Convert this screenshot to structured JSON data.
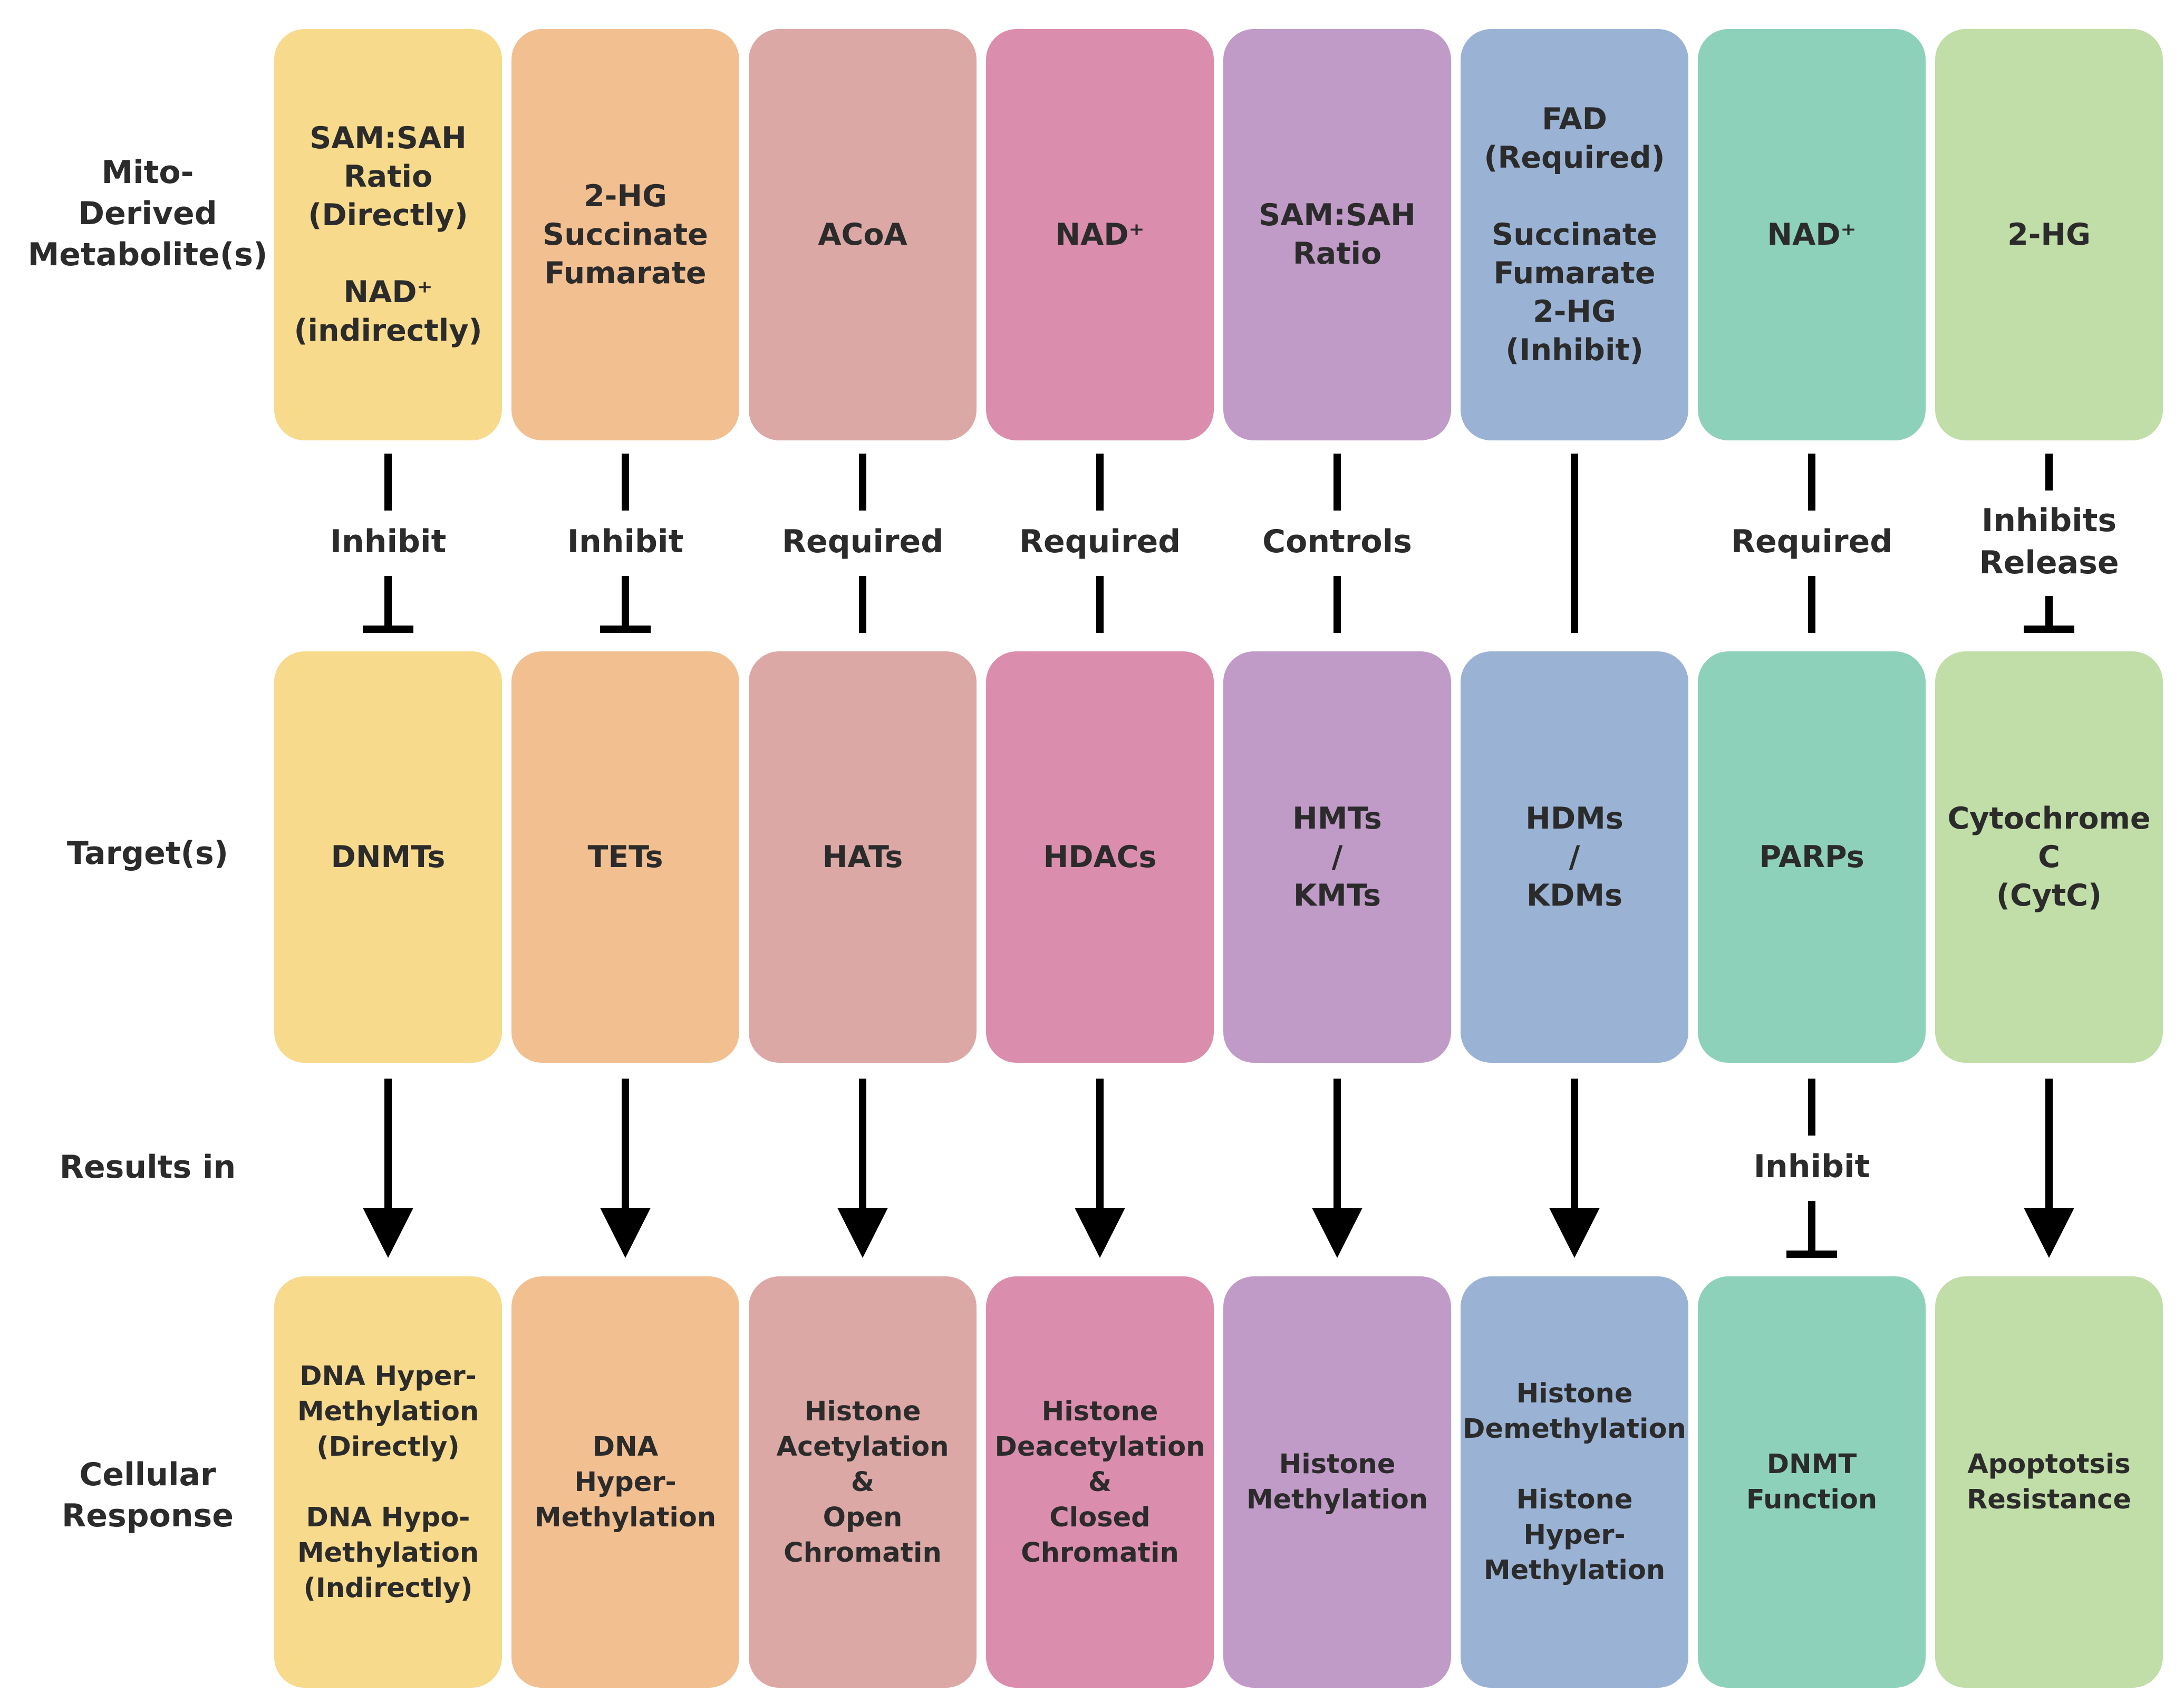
{
  "row_labels": {
    "metabolites": "Mito-\nDerived\nMetabolite(s)",
    "targets": "Target(s)",
    "results": "Results in",
    "response": "Cellular\nResponse"
  },
  "columns": [
    {
      "color": "#f7da8c",
      "metabolite": "SAM:SAH\nRatio\n(Directly)\n\nNAD⁺\n(indirectly)",
      "rel1": {
        "label": "Inhibit",
        "type": "inhibit"
      },
      "target": "DNMTs",
      "rel2": {
        "label": "",
        "type": "arrow"
      },
      "response": "DNA Hyper-\nMethylation\n(Directly)\n\nDNA Hypo-\nMethylation\n(Indirectly)"
    },
    {
      "color": "#f2bf91",
      "metabolite": "2-HG\nSuccinate\nFumarate",
      "rel1": {
        "label": "Inhibit",
        "type": "inhibit"
      },
      "target": "TETs",
      "rel2": {
        "label": "",
        "type": "arrow"
      },
      "response": "DNA\nHyper-\nMethylation"
    },
    {
      "color": "#dba8a5",
      "metabolite": "ACoA",
      "rel1": {
        "label": "Required",
        "type": "line"
      },
      "target": "HATs",
      "rel2": {
        "label": "",
        "type": "arrow"
      },
      "response": "Histone\nAcetylation\n&\nOpen\nChromatin"
    },
    {
      "color": "#db8dae",
      "metabolite": "NAD⁺",
      "rel1": {
        "label": "Required",
        "type": "line"
      },
      "target": "HDACs",
      "rel2": {
        "label": "",
        "type": "arrow"
      },
      "response": "Histone\nDeacetylation\n&\nClosed\nChromatin"
    },
    {
      "color": "#c19bc7",
      "metabolite": "SAM:SAH\nRatio",
      "rel1": {
        "label": "Controls",
        "type": "line"
      },
      "target": "HMTs\n/\nKMTs",
      "rel2": {
        "label": "",
        "type": "arrow"
      },
      "response": "Histone\nMethylation"
    },
    {
      "color": "#9ab3d5",
      "metabolite": "FAD\n(Required)\n\nSuccinate\nFumarate\n2-HG\n(Inhibit)",
      "rel1": {
        "label": "",
        "type": "line"
      },
      "target": "HDMs\n/\nKDMs",
      "rel2": {
        "label": "",
        "type": "arrow"
      },
      "response": "Histone\nDemethylation\n\nHistone\nHyper-\nMethylation"
    },
    {
      "color": "#8ed1ba",
      "metabolite": "NAD⁺",
      "rel1": {
        "label": "Required",
        "type": "line"
      },
      "target": "PARPs",
      "rel2": {
        "label": "Inhibit",
        "type": "inhibit"
      },
      "response": "DNMT\nFunction"
    },
    {
      "color": "#c1dda8",
      "metabolite": "2-HG",
      "rel1": {
        "label": "Inhibits\nRelease",
        "type": "inhibit"
      },
      "target": "Cytochrome\nC\n(CytC)",
      "rel2": {
        "label": "",
        "type": "arrow"
      },
      "response": "Apoptotsis\nResistance"
    }
  ]
}
